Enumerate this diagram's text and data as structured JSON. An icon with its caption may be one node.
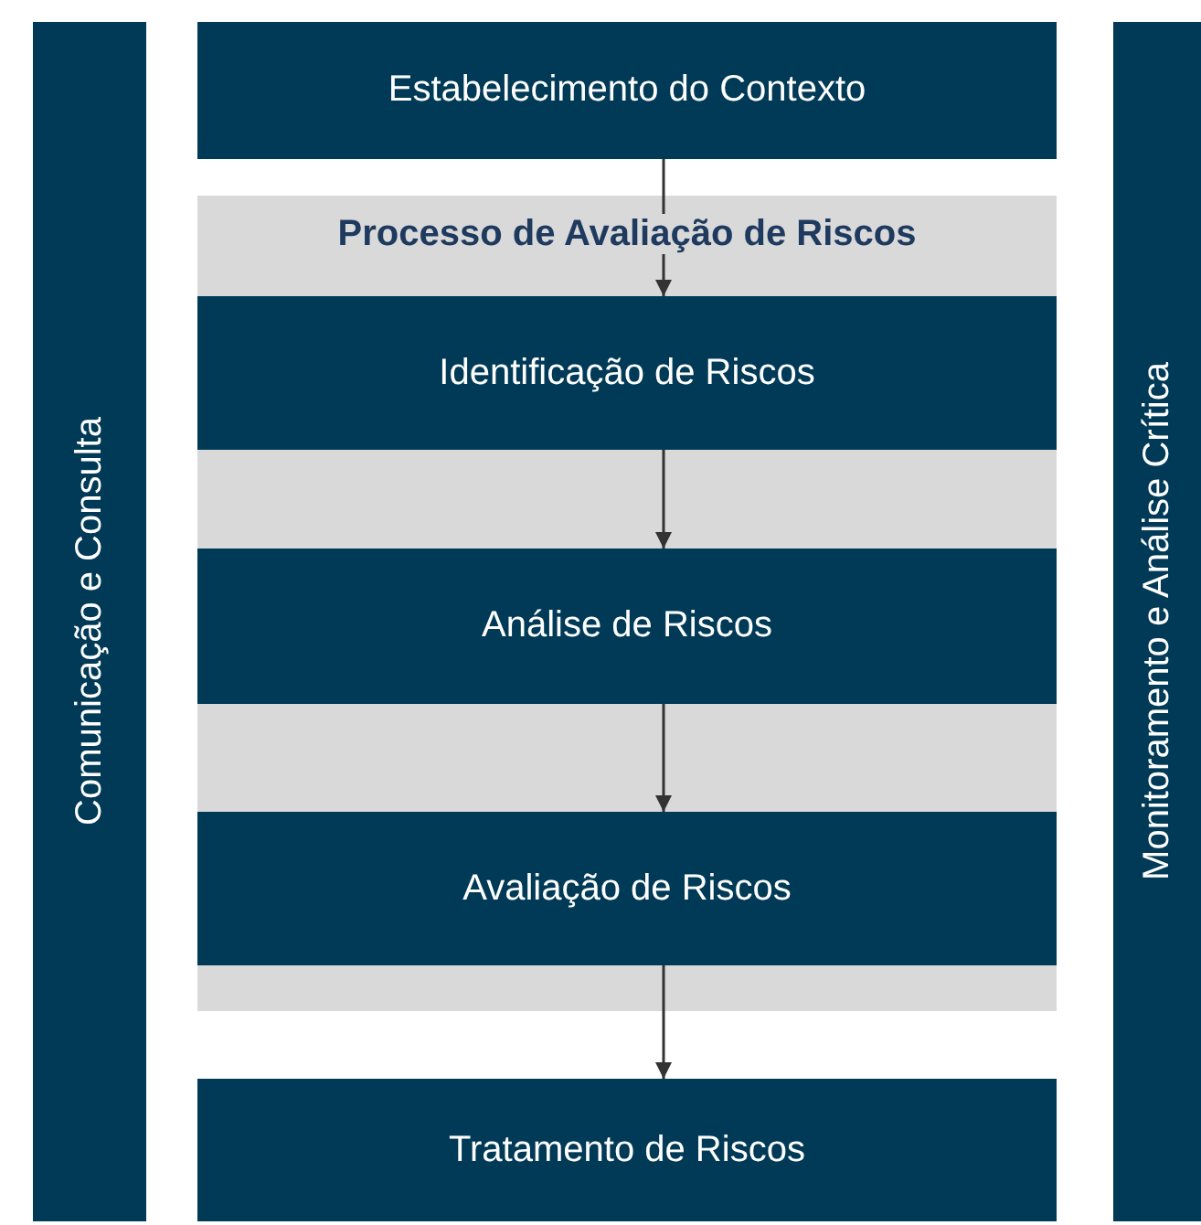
{
  "diagram": {
    "nodes": [
      {
        "text": [
          "Comunicação e Consulta"
        ]
      },
      {
        "text": [
          "Estabelecimento do Contexto"
        ]
      },
      {
        "text": [
          "Processo de Avaliação de Riscos"
        ]
      },
      {
        "text": [
          "Identificação de Riscos"
        ],
        "in": 2
      },
      {
        "text": [
          "Análise de Riscos"
        ],
        "in": 2
      },
      {
        "text": [
          "Avaliação de Riscos"
        ],
        "in": 2
      },
      {
        "text": [
          "Tratamento de Riscos"
        ]
      },
      {
        "text": [
          "Monitoramento e Análise Crítica"
        ]
      }
    ],
    "edges": [
      {
        "from": 1,
        "to": 3,
        "arrow": "to"
      },
      {
        "from": 3,
        "to": 4,
        "arrow": "to"
      },
      {
        "from": 4,
        "to": 5,
        "arrow": "to"
      },
      {
        "from": 5,
        "to": 6,
        "arrow": "to"
      }
    ]
  }
}
